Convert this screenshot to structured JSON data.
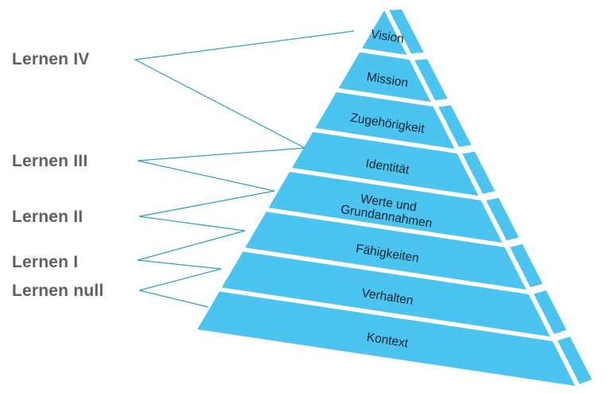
{
  "diagram": {
    "background": "#ffffff",
    "colors": {
      "pyramid_fill": "#4cc4f0",
      "divider": "#ffffff",
      "connector_line": "#2ea4b8",
      "side_label_text": "#5f5f61",
      "level_text": "#14222c"
    },
    "pyramid": {
      "levels": [
        {
          "label": "Vision"
        },
        {
          "label": "Mission"
        },
        {
          "label": "Zugehörigkeit"
        },
        {
          "label": "Identität"
        },
        {
          "label": "Werte und\nGrundannahmen"
        },
        {
          "label": "Fähigkeiten"
        },
        {
          "label": "Verhalten"
        },
        {
          "label": "Kontext"
        }
      ]
    },
    "side_labels": [
      {
        "label": "Lernen IV"
      },
      {
        "label": "Lernen III"
      },
      {
        "label": "Lernen II"
      },
      {
        "label": "Lernen I"
      },
      {
        "label": "Lernen null"
      }
    ],
    "connections": [
      {
        "from": "Lernen IV",
        "to_levels": [
          "Vision",
          "Identität"
        ]
      },
      {
        "from": "Lernen III",
        "to_levels": [
          "Identität",
          "Werte und Grundannahmen"
        ]
      },
      {
        "from": "Lernen II",
        "to_levels": [
          "Werte und Grundannahmen",
          "Fähigkeiten"
        ]
      },
      {
        "from": "Lernen I",
        "to_levels": [
          "Fähigkeiten",
          "Verhalten"
        ]
      },
      {
        "from": "Lernen null",
        "to_levels": [
          "Verhalten",
          "Kontext"
        ]
      }
    ]
  }
}
